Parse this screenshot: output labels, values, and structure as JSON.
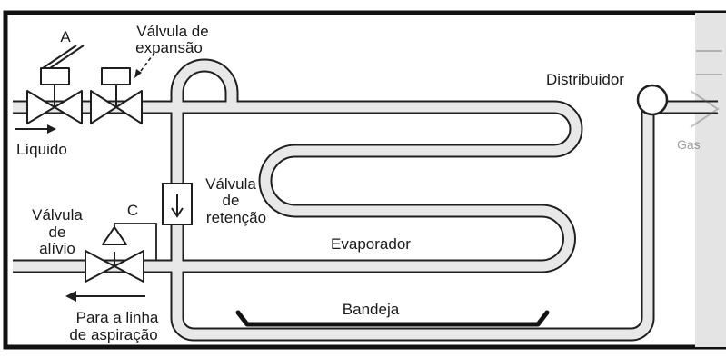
{
  "labels": {
    "a": "A",
    "expansion_valve": [
      "Válvula de",
      "expansão"
    ],
    "distributor": "Distribuidor",
    "liquid": "Líquido",
    "check_valve": [
      "Válvula",
      "de",
      "retenção"
    ],
    "relief_valve": [
      "Válvula",
      "de",
      "alívio"
    ],
    "c": "C",
    "evaporator": "Evaporador",
    "tray": "Bandeja",
    "suction_line": [
      "Para a linha",
      "de aspiração"
    ],
    "right_fragment": "Gas"
  },
  "colors": {
    "pipe_outline": "#1f1f1f",
    "pipe_fill": "#e8e8e8",
    "frame": "#111111",
    "tray": "#111111"
  }
}
